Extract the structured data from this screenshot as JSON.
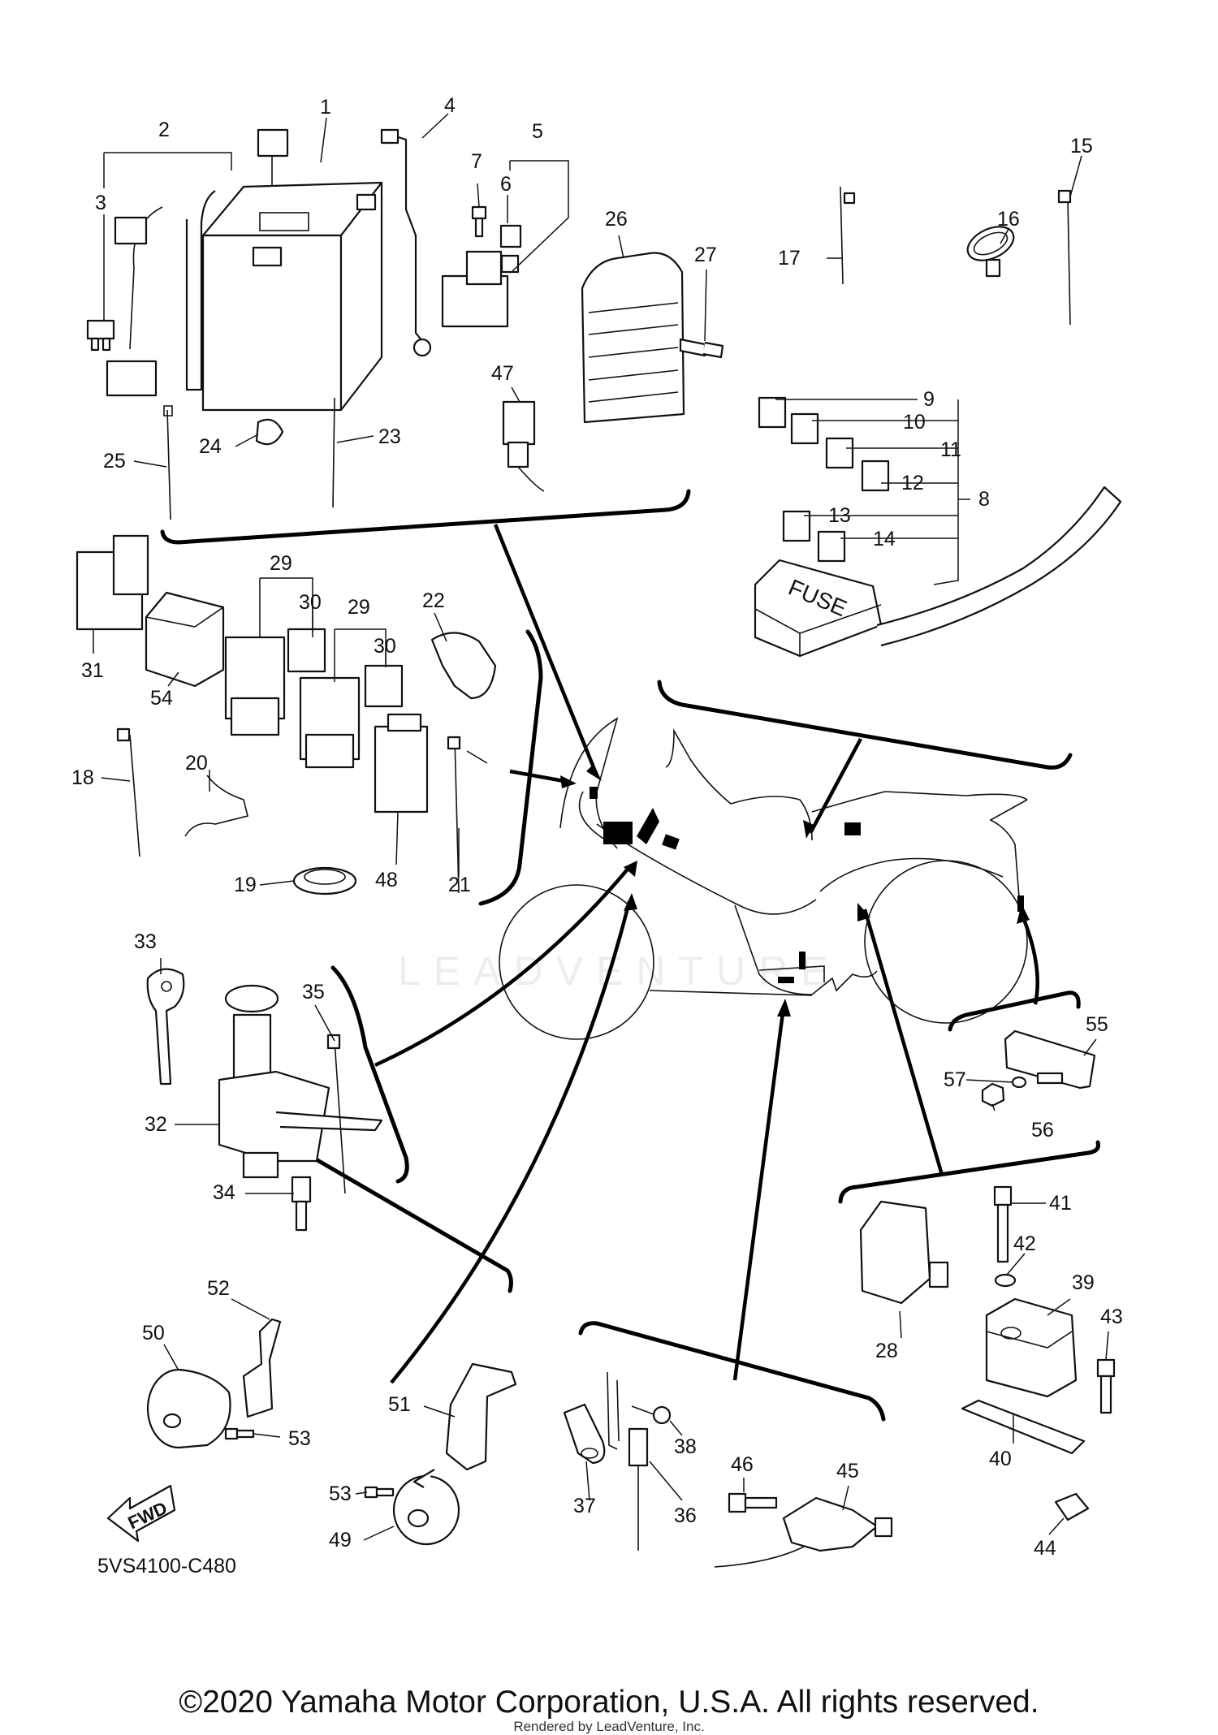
{
  "diagram": {
    "code": "5VS4100-C480",
    "fwd_label": "FWD",
    "fuse_label": "FUSE",
    "watermark": "LEADVENTURE"
  },
  "callouts": [
    "1",
    "2",
    "3",
    "4",
    "5",
    "6",
    "7",
    "8",
    "9",
    "10",
    "11",
    "12",
    "13",
    "14",
    "15",
    "16",
    "17",
    "18",
    "19",
    "20",
    "21",
    "22",
    "23",
    "24",
    "25",
    "26",
    "27",
    "28",
    "29",
    "30",
    "31",
    "32",
    "33",
    "34",
    "35",
    "36",
    "37",
    "38",
    "39",
    "40",
    "41",
    "42",
    "43",
    "44",
    "45",
    "46",
    "47",
    "48",
    "49",
    "50",
    "51",
    "52",
    "53",
    "54",
    "55",
    "56",
    "57"
  ],
  "footer": {
    "copyright": "©2020 Yamaha Motor Corporation, U.S.A. All rights reserved.",
    "rendered_by": "Rendered by LeadVenture, Inc."
  }
}
